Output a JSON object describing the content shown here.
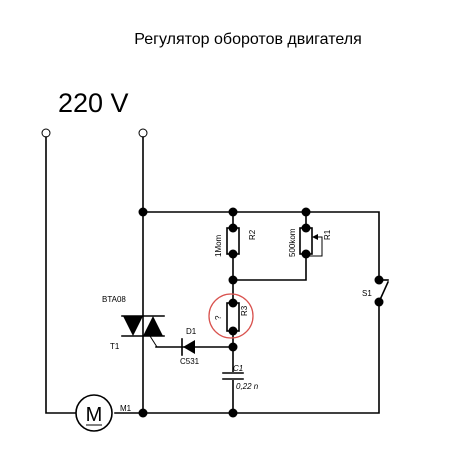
{
  "title": "Регулятор оборотов двигателя",
  "supply": {
    "voltage": "220 V"
  },
  "components": {
    "triac": {
      "ref": "T1",
      "part": "BTA08"
    },
    "diac": {
      "ref": "D1",
      "part": "C531"
    },
    "r1": {
      "ref": "R1",
      "value": "500kom"
    },
    "r2": {
      "ref": "R2",
      "value": "1Mom"
    },
    "r3": {
      "ref": "R3",
      "value": "?"
    },
    "c1": {
      "ref": "C1",
      "value": "0,22 n"
    },
    "s1": {
      "ref": "S1"
    },
    "motor": {
      "ref": "M1",
      "symbol": "M"
    }
  },
  "colors": {
    "wire": "#000000",
    "highlight": "#d9534f"
  }
}
